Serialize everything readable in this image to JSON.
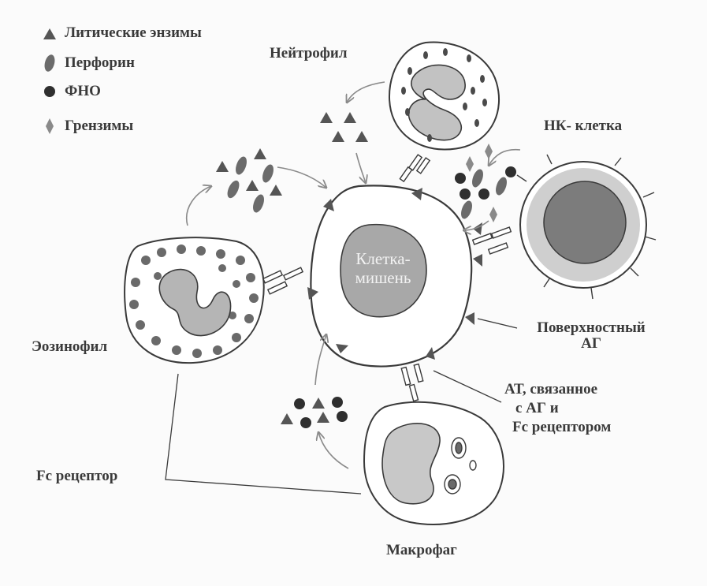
{
  "legend": {
    "lytic_enzymes": "Литические энзимы",
    "perforin": "Перфорин",
    "tnf": "ФНО",
    "granzymes": "Грензимы"
  },
  "cells": {
    "neutrophil": "Нейтрофил",
    "nk_cell": "НК- клетка",
    "eosinophil": "Эозинофил",
    "macrophage": "Макрофаг",
    "target_line1": "Клетка-",
    "target_line2": "мишень"
  },
  "annotations": {
    "surface_ag_line1": "Поверхностный",
    "surface_ag_line2": "АГ",
    "antibody_line1": "АТ, связанное",
    "antibody_line2": "с АГ и",
    "antibody_line3": "Fc рецептором",
    "fc_receptor": "Fc рецептор"
  },
  "colors": {
    "ink": "#3a3a3a",
    "triangle": "#555555",
    "perforin": "#6b6b6b",
    "tnf": "#2f2f2f",
    "granzyme": "#8a8a8a",
    "nucleus": "#a8a8a8",
    "nk_ring": "#c9c9c9"
  },
  "icons": {
    "lytic_enzymes": "triangle-icon",
    "perforin": "perforin-icon",
    "tnf": "tnf-dot-icon",
    "granzymes": "granzyme-diamond-icon"
  }
}
